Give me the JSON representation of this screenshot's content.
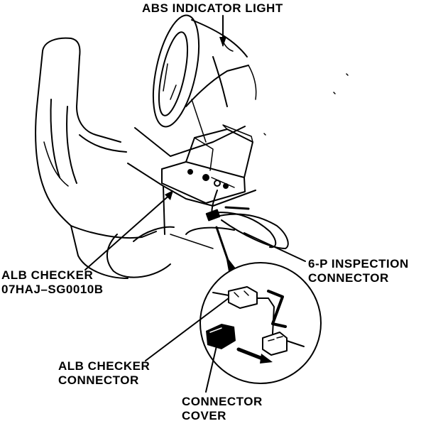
{
  "labels": {
    "abs_indicator_light": "ABS INDICATOR LIGHT",
    "alb_checker_line1": "ALB CHECKER",
    "alb_checker_line2": "07HAJ–SG0010B",
    "inspection_connector_line1": "6-P INSPECTION",
    "inspection_connector_line2": "CONNECTOR",
    "alb_checker_connector_line1": "ALB CHECKER",
    "alb_checker_connector_line2": "CONNECTOR",
    "connector_cover_line1": "CONNECTOR",
    "connector_cover_line2": "COVER"
  },
  "colors": {
    "ink": "#000000",
    "paper": "#ffffff"
  }
}
